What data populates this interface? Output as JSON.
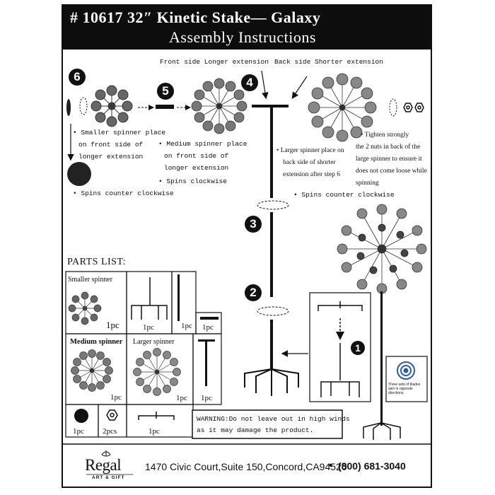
{
  "header": {
    "title_line1": "# 10617   32″ Kinetic Stake— Galaxy",
    "title_line2": "Assembly Instructions"
  },
  "top_labels": {
    "front_side": "Front side Longer extension",
    "back_side": "Back side Shorter extension"
  },
  "steps": {
    "step6": "6",
    "step5": "5",
    "step4": "4",
    "step3": "3",
    "step2": "2",
    "step1": "1"
  },
  "notes": {
    "smaller_1": "Smaller spinner place",
    "smaller_2": "on front side of",
    "smaller_3": "longer extension",
    "ccw_left": "Spins counter clockwise",
    "medium_1": "Medium spinner place",
    "medium_2": "on front side of",
    "medium_3": "longer extension",
    "medium_4": "Spins clockwise",
    "larger_1": "Larger spinner place on",
    "larger_2": "back side of shorter",
    "larger_3": "extension after step 6",
    "tighten_1": "Tighten strongly",
    "tighten_2": "the 2 nuts in back of the",
    "tighten_3": "large spinner to ensure it",
    "tighten_4": "does not come loose while",
    "tighten_5": "spinning",
    "ccw_right": "Spins counter clockwise",
    "blades_1": "Three sets of blades",
    "blades_2": "spin in opposite",
    "blades_3": "directions."
  },
  "parts": {
    "title": "PARTS LIST:",
    "smaller_spinner": "Smaller spinner",
    "medium_spinner": "Medium spinner",
    "larger_spinner": "Larger spinner",
    "qty_small": "1pc",
    "qty_stake": "1pc",
    "qty_pole": "1pc",
    "qty_bar": "1pc",
    "qty_medium": "1pc",
    "qty_larger": "1pc",
    "qty_tbar": "1pc",
    "qty_ball": "1pc",
    "qty_nuts": "2pcs",
    "qty_bracket": "1pc"
  },
  "warning": {
    "line1": "WARNING:Do not leave out in high winds",
    "line2": "as it may damage the product."
  },
  "footer": {
    "logo_word": "Regal",
    "logo_sub": "ART & GIFT",
    "address": "1470 Civic Court,Suite 150,Concord,CA94520",
    "bullet": "•",
    "phone": "(800) 681-3040"
  }
}
